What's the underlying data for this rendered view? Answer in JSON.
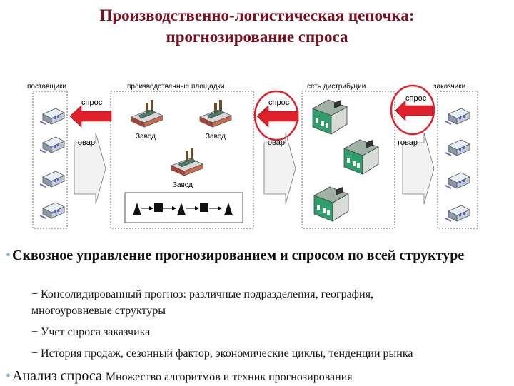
{
  "title": {
    "line1": "Производственно-логистическая цепочка:",
    "line2": "прогнозирование спроса"
  },
  "diagram": {
    "columns": {
      "suppliers": "поставщики",
      "production": "производственные площадки",
      "distribution": "сеть дистрибуции",
      "customers": "заказчики"
    },
    "demand_label": "спрос",
    "goods_label": "товар",
    "plant_label": "Завод",
    "colors": {
      "demand_arrow": "#e0202a",
      "highlight_circle": "#e0202a",
      "title": "#7a1020"
    }
  },
  "bullets": {
    "b1": "Сквозное управление прогнозированием и спросом по всей структуре",
    "subs": [
      "Консолидированный прогноз: различные подразделения, география,",
      "многоуровневые структуры",
      "Учет спроса заказчика",
      "История продаж, сезонный фактор, экономические циклы, тенденции рынка"
    ],
    "b2_main": "Анализ спроса",
    "b2_rest": "Множество алгоритмов и техник прогнозирования"
  }
}
